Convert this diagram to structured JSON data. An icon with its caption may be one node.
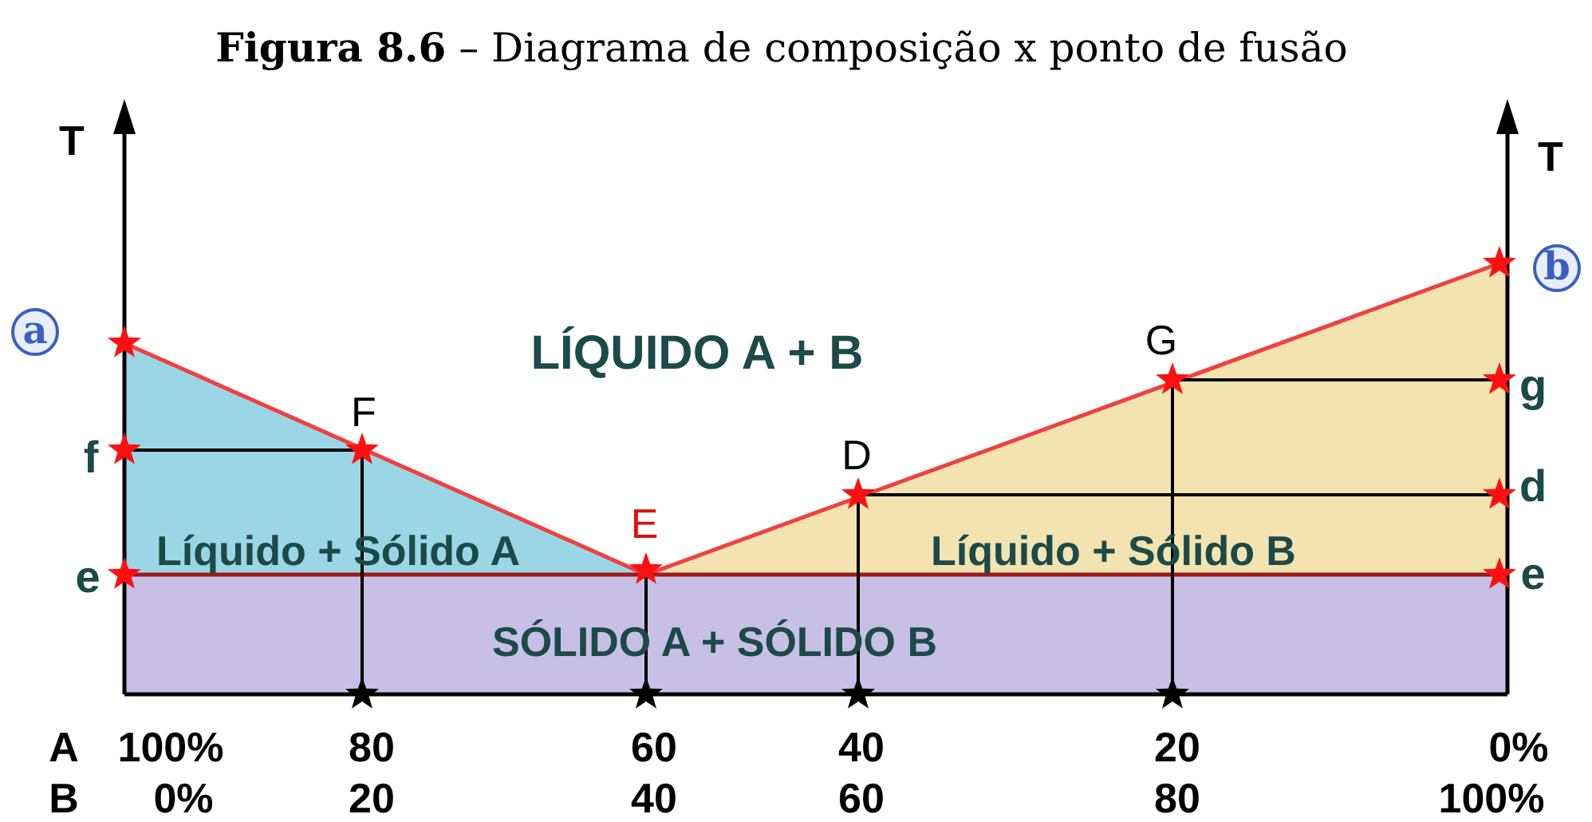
{
  "diagram": {
    "title": "**Figura 8.6** – Diagrama de composição x ponto de fusão",
    "nodes": [
      {
        "text": [
          "LÍQUIDO A + B"
        ]
      },
      {
        "text": [
          "Líquido + Sólido A"
        ]
      },
      {
        "text": [
          "Líquido + Sólido B"
        ]
      },
      {
        "text": [
          "SÓLIDO A + SÓLIDO B"
        ]
      },
      {
        "text": [
          "a"
        ]
      },
      {
        "text": [
          "b"
        ]
      }
    ],
    "edges": [],
    "labels": [
      "T",
      "T",
      "G",
      "g",
      "F",
      "f",
      "D",
      "d",
      "E",
      "e",
      "e",
      "A",
      "100%",
      "80",
      "60",
      "40",
      "20",
      "0%",
      "B",
      "0%",
      "20",
      "40",
      "60",
      "80",
      "100%"
    ]
  }
}
